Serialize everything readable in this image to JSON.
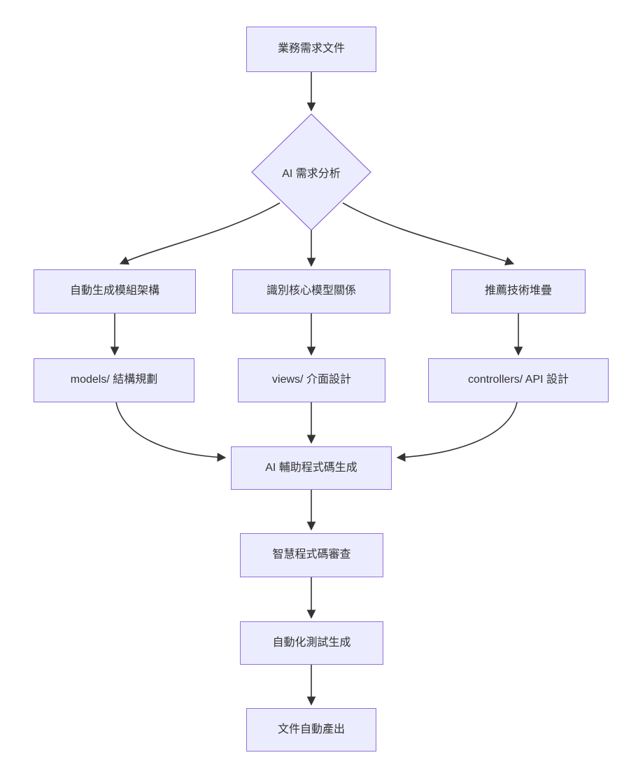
{
  "diagram": {
    "title": "AI development workflow flowchart",
    "nodes": {
      "requirements_doc": {
        "label": "業務需求文件",
        "shape": "rect"
      },
      "ai_analysis": {
        "label": "AI 需求分析",
        "shape": "diamond"
      },
      "module_arch": {
        "label": "自動生成模組架構",
        "shape": "rect"
      },
      "model_relations": {
        "label": "識別核心模型關係",
        "shape": "rect"
      },
      "tech_stack": {
        "label": "推薦技術堆疊",
        "shape": "rect"
      },
      "models_plan": {
        "label": "models/ 結構規劃",
        "shape": "rect"
      },
      "views_design": {
        "label": "views/ 介面設計",
        "shape": "rect"
      },
      "controllers_api": {
        "label": "controllers/ API 設計",
        "shape": "rect"
      },
      "code_gen": {
        "label": "AI 輔助程式碼生成",
        "shape": "rect"
      },
      "code_review": {
        "label": "智慧程式碼審查",
        "shape": "rect"
      },
      "test_gen": {
        "label": "自動化測試生成",
        "shape": "rect"
      },
      "doc_output": {
        "label": "文件自動產出",
        "shape": "rect"
      }
    },
    "edges": [
      {
        "from": "requirements_doc",
        "to": "ai_analysis"
      },
      {
        "from": "ai_analysis",
        "to": "module_arch"
      },
      {
        "from": "ai_analysis",
        "to": "model_relations"
      },
      {
        "from": "ai_analysis",
        "to": "tech_stack"
      },
      {
        "from": "module_arch",
        "to": "models_plan"
      },
      {
        "from": "model_relations",
        "to": "views_design"
      },
      {
        "from": "tech_stack",
        "to": "controllers_api"
      },
      {
        "from": "models_plan",
        "to": "code_gen"
      },
      {
        "from": "views_design",
        "to": "code_gen"
      },
      {
        "from": "controllers_api",
        "to": "code_gen"
      },
      {
        "from": "code_gen",
        "to": "code_review"
      },
      {
        "from": "code_review",
        "to": "test_gen"
      },
      {
        "from": "test_gen",
        "to": "doc_output"
      }
    ],
    "colors": {
      "node_fill": "#ECECFF",
      "node_border": "#9370DB",
      "edge_color": "#333333",
      "text_color": "#333333",
      "bg_color": "#ffffff"
    }
  }
}
